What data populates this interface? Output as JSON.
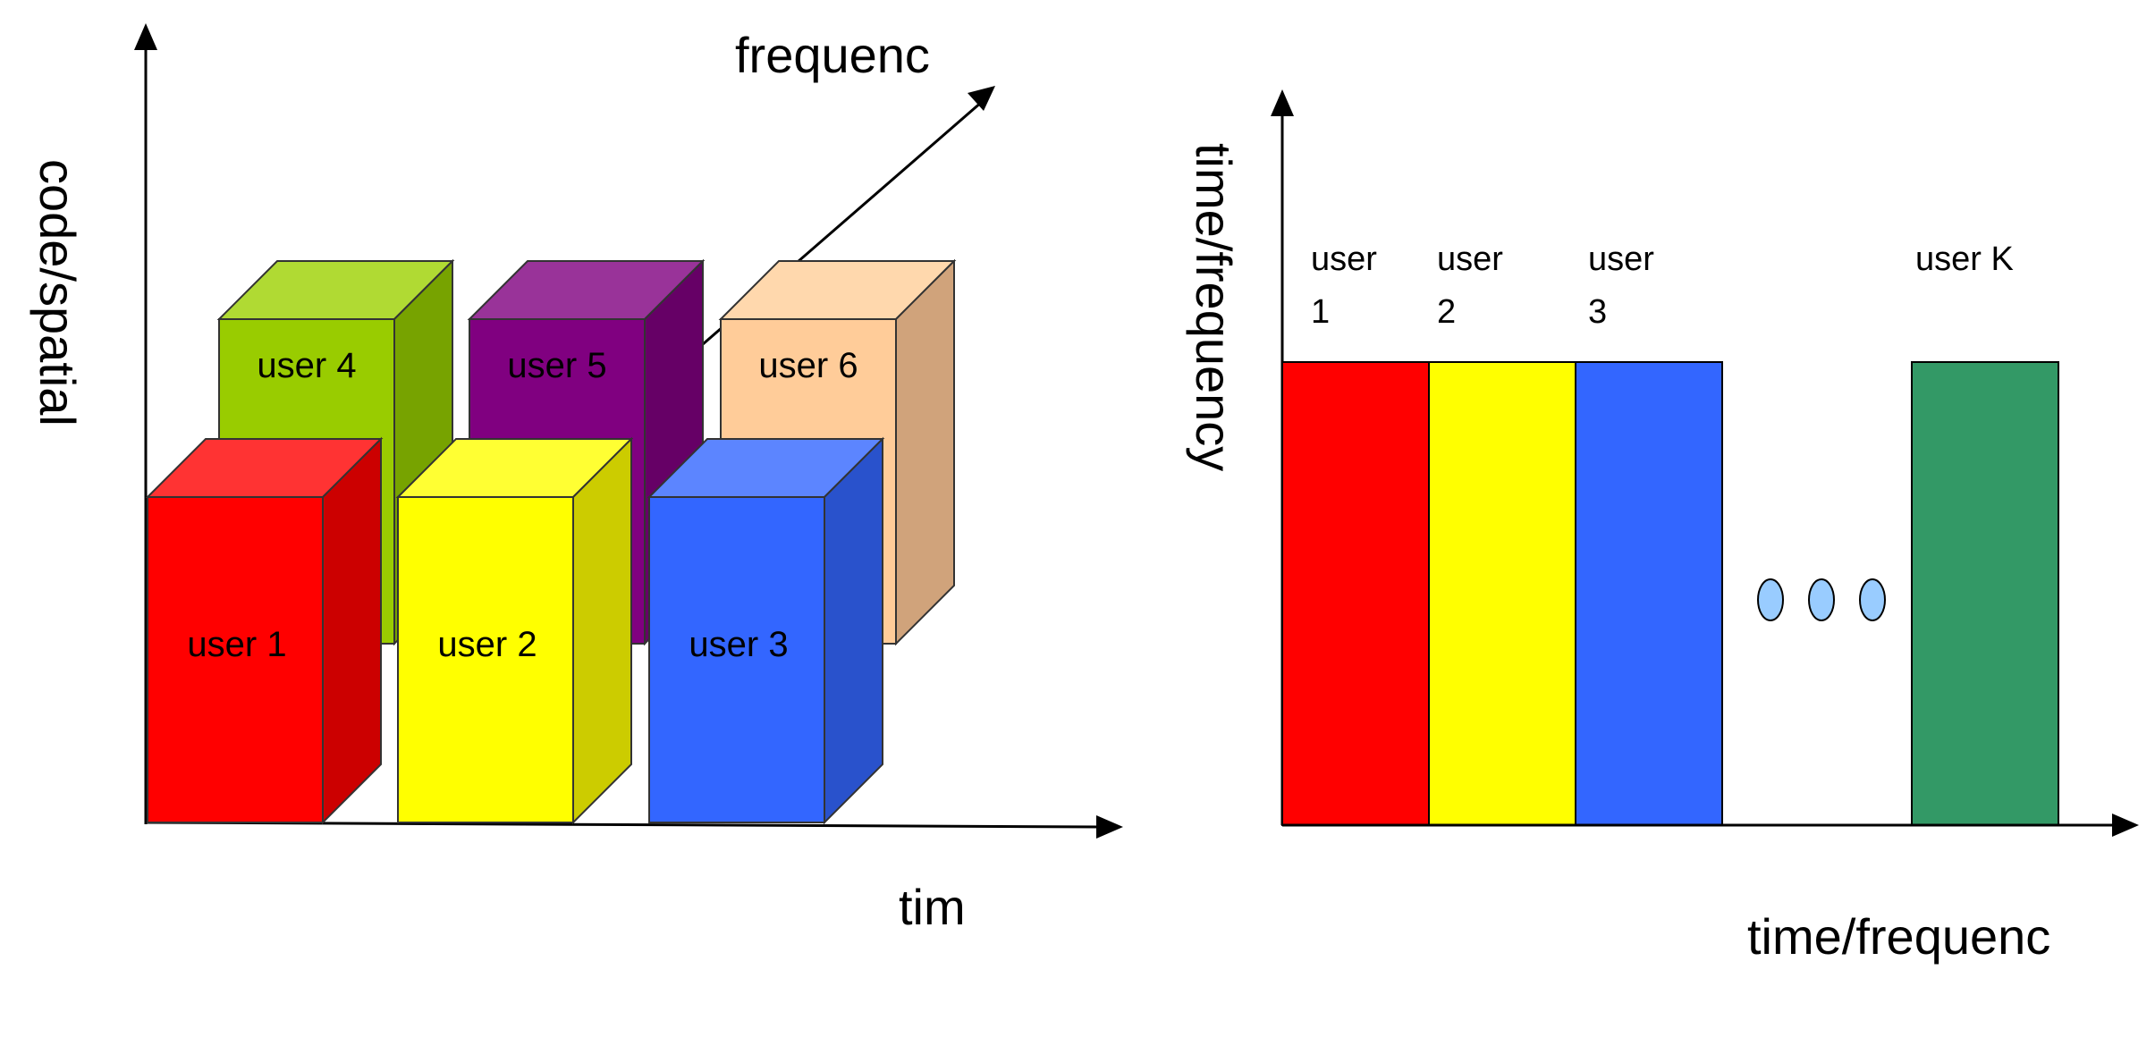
{
  "left_diagram": {
    "vertical_axis_label": "code/spatial",
    "depth_axis_label": "frequenc",
    "horizontal_axis_label": "tim",
    "back_blocks": [
      {
        "label": "user 4",
        "colors": {
          "front": "#99CC00",
          "top": "#B0DA33",
          "side": "#77A300"
        }
      },
      {
        "label": "user 5",
        "colors": {
          "front": "#800080",
          "top": "#993399",
          "side": "#660066"
        }
      },
      {
        "label": "user 6",
        "colors": {
          "front": "#FFCC99",
          "top": "#FFD8AD",
          "side": "#D0A37B"
        }
      }
    ],
    "front_blocks": [
      {
        "label": "user 1",
        "colors": {
          "front": "#FF0000",
          "top": "#FF3333",
          "side": "#CC0000"
        }
      },
      {
        "label": "user 2",
        "colors": {
          "front": "#FFFF00",
          "top": "#FFFF33",
          "side": "#CCCC00"
        }
      },
      {
        "label": "user 3",
        "colors": {
          "front": "#3366FF",
          "top": "#5C85FF",
          "side": "#2952CC"
        }
      }
    ]
  },
  "right_diagram": {
    "vertical_axis_label": "time/frequency",
    "horizontal_axis_label": "time/frequenc",
    "bars": [
      {
        "label_line1": "user",
        "label_line2": "1",
        "color": "#FF0000"
      },
      {
        "label_line1": "user",
        "label_line2": "2",
        "color": "#FFFF00"
      },
      {
        "label_line1": "user",
        "label_line2": "3",
        "color": "#3366FF"
      },
      {
        "label_line1": "user K",
        "label_line2": "",
        "color": "#339966"
      }
    ],
    "ellipsis_color": "#99CCFF"
  }
}
